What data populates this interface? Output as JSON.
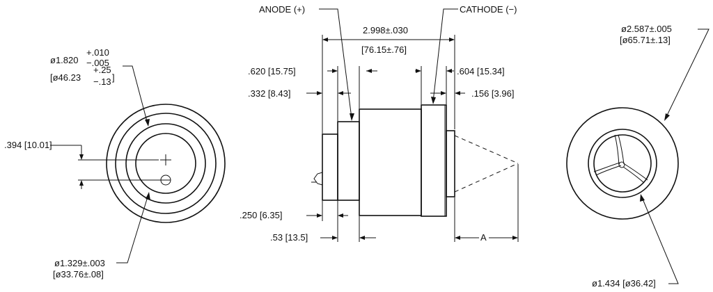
{
  "left_view": {
    "dia_outer": "ø1.820",
    "tol_plus": "+.010",
    "tol_minus": "−.005",
    "metric_prefix": "[ø46.23",
    "metric_plus": "+.25",
    "metric_minus": "−.13",
    "metric_close": "]",
    "offset": ".394 [10.01]",
    "dia_inner": "ø1.329±.003",
    "dia_inner_metric": "[ø33.76±.08]"
  },
  "side_view": {
    "anode": "ANODE (+)",
    "cathode": "CATHODE (−)",
    "overall": "2.998±.030",
    "overall_metric": "[76.15±.76]",
    "dim_620": ".620 [15.75]",
    "dim_604": ".604 [15.34]",
    "dim_332": ".332 [8.43]",
    "dim_156": ".156 [3.96]",
    "dim_250": ".250 [6.35]",
    "dim_53": ".53 [13.5]",
    "dim_a": "A"
  },
  "right_view": {
    "dia_outer": "ø2.587±.005",
    "dia_outer_metric": "[ø65.71±.13]",
    "dia_inner": "ø1.434 [ø36.42]"
  }
}
